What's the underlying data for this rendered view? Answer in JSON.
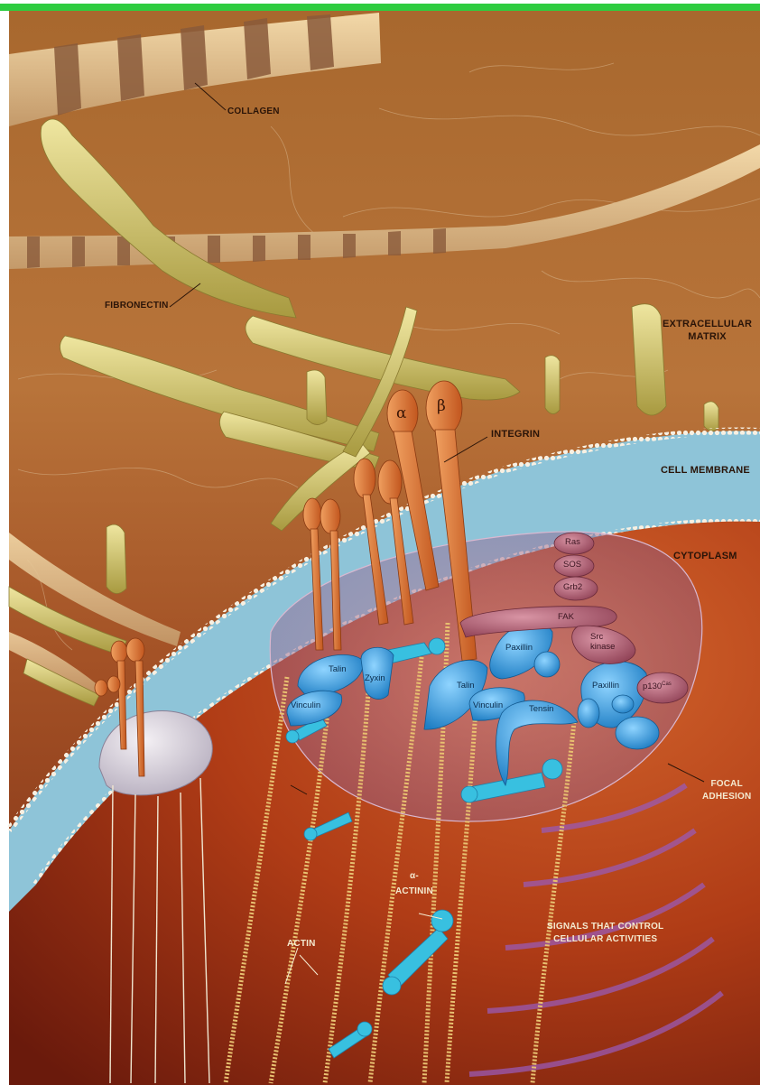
{
  "top_strip": {
    "color": "#2ecc40"
  },
  "labels": {
    "collagen": "COLLAGEN",
    "fibronectin": "FIBRONECTIN",
    "extracellular_matrix": "EXTRACELLULAR\nMATRIX",
    "integrin": "INTEGRIN",
    "cell_membrane": "CELL MEMBRANE",
    "cytoplasm": "CYTOPLASM",
    "focal_adhesion": "FOCAL\nADHESION",
    "alpha_actinin": "α-\nACTININ",
    "actin": "ACTIN",
    "signals": "SIGNALS THAT CONTROL\nCELLULAR ACTIVITIES"
  },
  "integrin_subunits": {
    "alpha": "α",
    "beta": "β"
  },
  "proteins": {
    "ras": "Ras",
    "sos": "SOS",
    "grb2": "Grb2",
    "fak": "FAK",
    "src_kinase": "Src\nkinase",
    "p130": "p130",
    "p130_sup": "Cas",
    "paxillin_top": "Paxillin",
    "paxillin_right": "Paxillin",
    "talin_left": "Talin",
    "talin_mid": "Talin",
    "vinculin_left": "Vinculin",
    "vinculin_mid": "Vinculin",
    "zyxin": "Zyxin",
    "tensin": "Tensin"
  },
  "colors": {
    "matrix": "#b56a2a",
    "fibronectin": "#d8cc6a",
    "membrane": "#9fcde0",
    "cytoplasm": "#c24a1c",
    "adhesion_proteins": "#3ea4e0",
    "signaling_proteins": "#b05a6e",
    "actin": "#e8c070",
    "alpha_actinin": "#38c0e0"
  }
}
